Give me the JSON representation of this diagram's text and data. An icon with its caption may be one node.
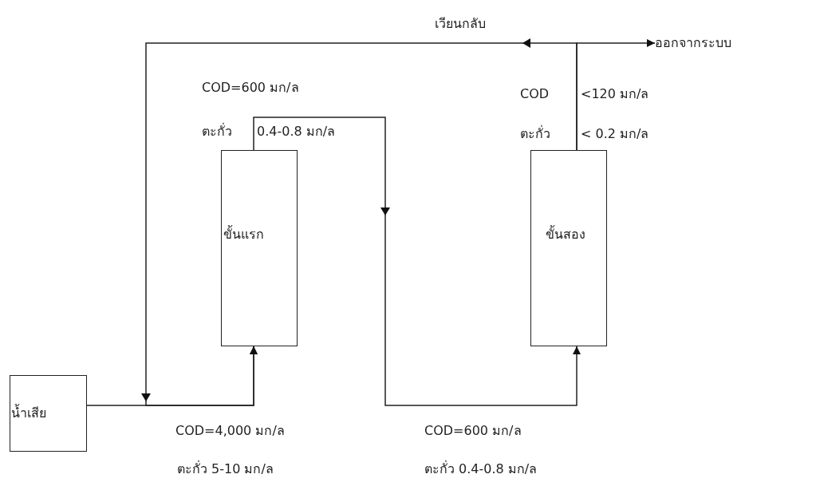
{
  "diagram": {
    "nodes": [
      {
        "text": [
          "น้ำเสีย"
        ]
      },
      {
        "text": [
          "ขั้นแรก"
        ]
      },
      {
        "text": [
          "ขั้นสอง"
        ]
      },
      {
        "text": [
          "ออกจากระบบ"
        ]
      }
    ],
    "edges": [
      {
        "from": 0,
        "to": 1,
        "arrow": "to"
      },
      {
        "from": 1,
        "to": 2,
        "arrow": "to"
      },
      {
        "from": 2,
        "to": 3,
        "arrow": "to"
      },
      {
        "from": 2,
        "to": 1,
        "arrow": "to",
        "label": "เวียนกลับ"
      }
    ],
    "labels": [
      "COD=600 มก/ล",
      "COD",
      "<120 มก/ล",
      "ตะกั่ว",
      "0.4-0.8 มก/ล",
      "ตะกั่ว",
      "< 0.2 มก/ล",
      "COD=4,000 มก/ล",
      "COD=600 มก/ล",
      "ตะกั่ว 5-10 มก/ล",
      "ตะกั่ว 0.4-0.8 มก/ล"
    ]
  }
}
